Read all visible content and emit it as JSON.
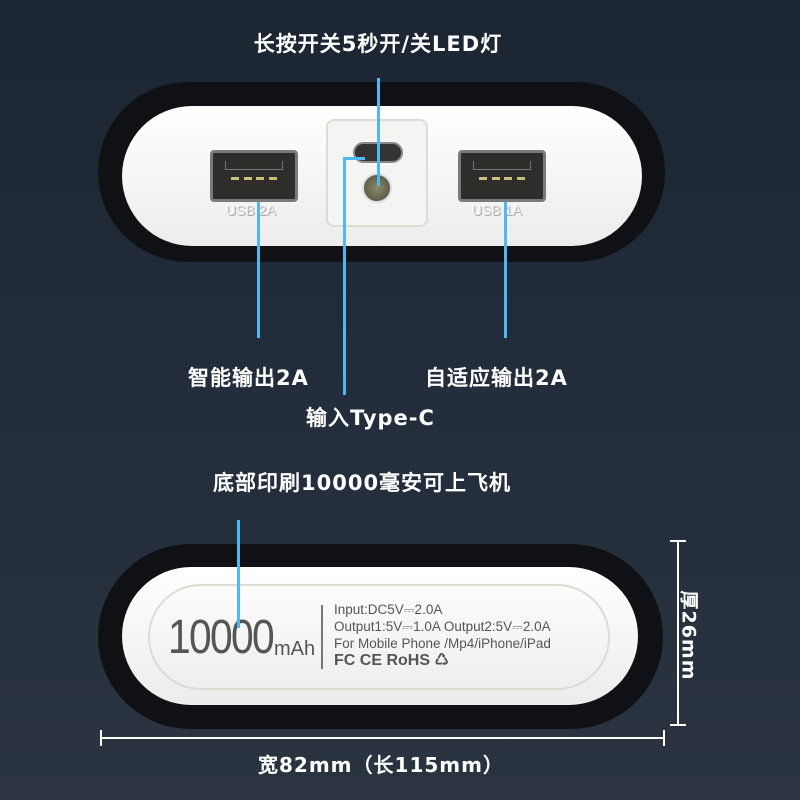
{
  "top_view": {
    "power_button_label": "长按开关5秒开/关LED灯",
    "left_port_engraving": "USB 2A",
    "right_port_engraving": "USB 1A",
    "left_port_label": "智能输出2A",
    "right_port_label": "自适应输出2A",
    "typec_label": "输入Type-C"
  },
  "bottom_view": {
    "print_label": "底部印刷10000毫安可上飞机",
    "capacity_number": "10000",
    "capacity_unit": "mAh",
    "spec_lines": [
      "Input:DC5V⎓2.0A",
      "Output1:5V⎓1.0A  Output2:5V⎓2.0A",
      "For Mobile Phone /Mp4/iPhone/iPad",
      "FC CE RoHS ♺"
    ],
    "thickness_label": "厚26mm",
    "width_label": "宽82mm（长115mm）"
  },
  "colors": {
    "callout_line": "#4db8f2",
    "background": "#1f2836"
  }
}
